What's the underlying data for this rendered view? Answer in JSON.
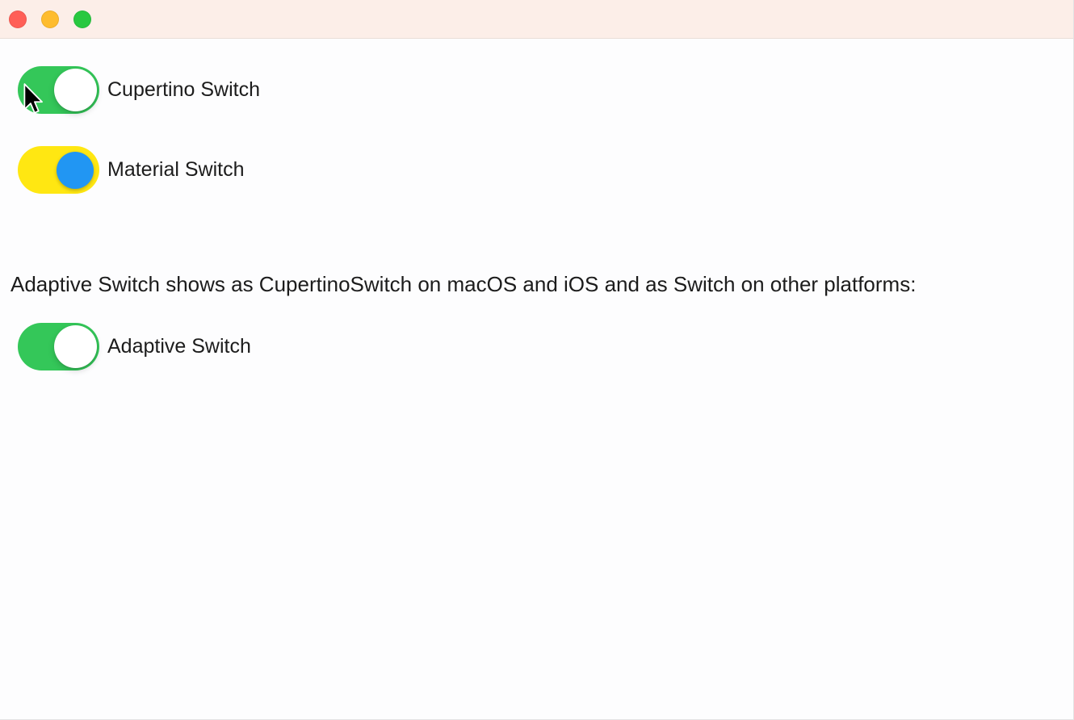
{
  "window": {
    "titlebar_buttons": [
      {
        "name": "close"
      },
      {
        "name": "minimize"
      },
      {
        "name": "zoom"
      }
    ]
  },
  "switches": [
    {
      "label": "Cupertino Switch",
      "type": "cupertino",
      "state": "on"
    },
    {
      "label": "Material Switch",
      "type": "material",
      "state": "on"
    },
    {
      "label": "Adaptive Switch",
      "type": "cupertino",
      "state": "on"
    }
  ],
  "description": "Adaptive Switch shows as CupertinoSwitch on macOS and iOS and as Switch on other platforms:",
  "colors": {
    "titlebar_bg": "#fceee8",
    "traffic_close": "#ff5f57",
    "traffic_minimize": "#febc2e",
    "traffic_zoom": "#28c840",
    "cupertino_on": "#34c759",
    "material_track": "#ffe712",
    "material_thumb": "#2196f3",
    "text": "#1c1c1c"
  }
}
